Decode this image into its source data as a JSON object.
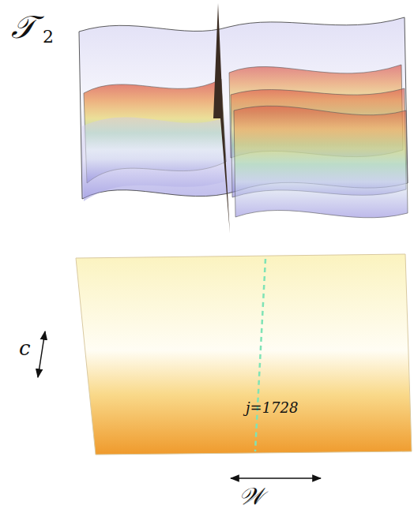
{
  "diagram": {
    "nodes": [
      {
        "text": [
          "j=1728"
        ]
      }
    ],
    "labels": [
      "𝒯",
      "2",
      "c",
      "𝒲"
    ]
  }
}
